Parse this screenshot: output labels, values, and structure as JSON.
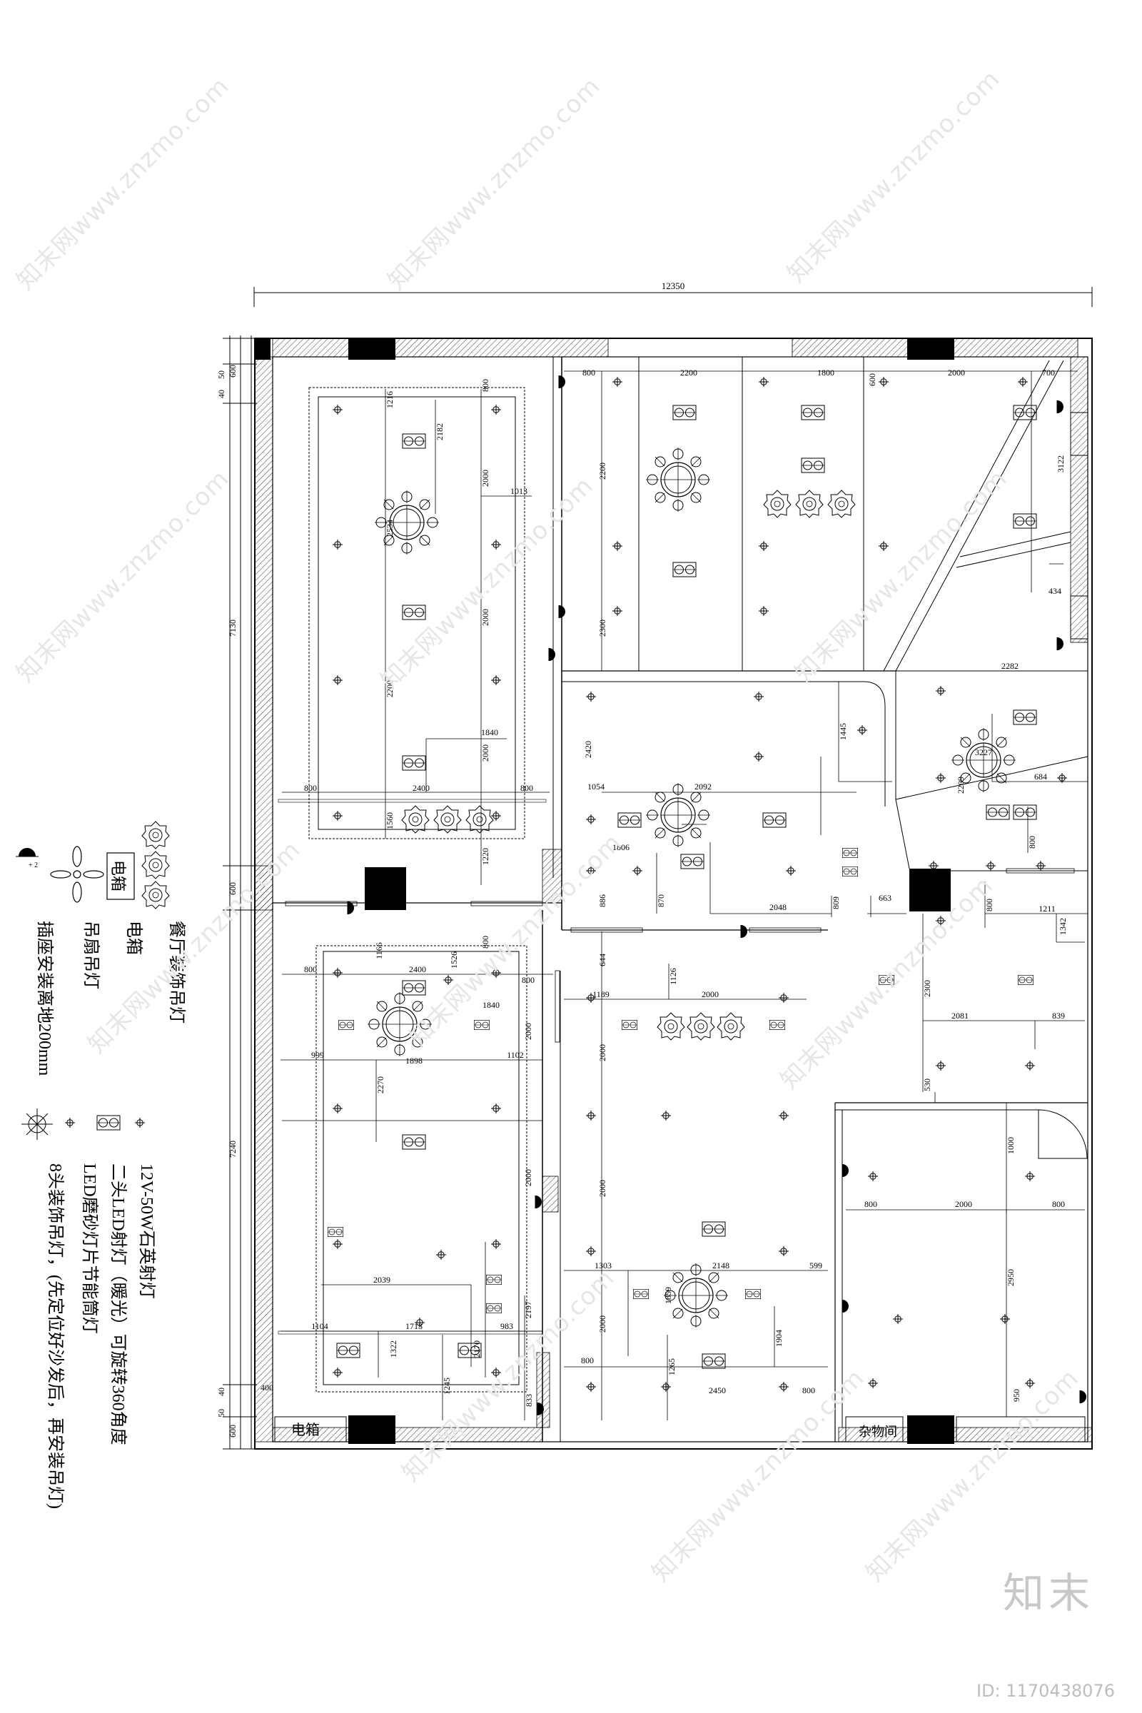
{
  "watermark": {
    "text": "知末网www.znzmo.com"
  },
  "brand": {
    "logo_text": "知末",
    "id_text": "ID: 1170438076"
  },
  "plan": {
    "overall_width": "12350",
    "room_labels": {
      "electric_box": "电箱",
      "storage": "杂物间"
    },
    "left_dims": [
      "600",
      "50",
      "40",
      "7130",
      "600",
      "7240",
      "40",
      "50",
      "600",
      "400"
    ],
    "dims": {
      "d800a": "800",
      "d2200a": "2200",
      "d1800": "1800",
      "d600a": "600",
      "d2000a": "2000",
      "d700": "700",
      "d1216": "1216",
      "d800b": "800",
      "d2182": "2182",
      "d2000b": "2000",
      "d1013": "1013",
      "d2534": "2534",
      "d2200b": "2200",
      "d2000c": "2000",
      "d2200c": "2200",
      "d2300a": "2300",
      "d3122": "3122",
      "d434": "434",
      "d2200d": "2200",
      "d1840a": "1840",
      "d2000d": "2000",
      "d2282": "2282",
      "d1445": "1445",
      "d2420": "2420",
      "d3227": "3227",
      "d2209": "2209",
      "d684": "684",
      "d800c": "800",
      "d2400a": "2400",
      "d800d": "800",
      "d1560": "1560",
      "d1054": "1054",
      "d2092": "2092",
      "d1806": "1806",
      "d1220": "1220",
      "d800e": "800",
      "d886": "886",
      "d870": "870",
      "d2048": "2048",
      "d809": "809",
      "d663": "663",
      "d800f": "800",
      "d1211": "1211",
      "d1342": "1342",
      "d1166": "1166",
      "d1526": "1526",
      "d800g": "800",
      "d2400b": "2400",
      "d644": "644",
      "d1126": "1126",
      "d800h": "800",
      "d1840b": "1840",
      "d1189": "1189",
      "d2000e": "2000",
      "d2300b": "2300",
      "d999": "999",
      "d1898": "1898",
      "d1102": "1102",
      "d2000f": "2000",
      "d2270": "2270",
      "d2081": "2081",
      "d839": "839",
      "d2000g": "2000",
      "d530": "530",
      "d1000": "1000",
      "d2000h": "2000",
      "d800i": "800",
      "d2000i": "2000",
      "d800j": "800",
      "d2000j": "2000",
      "d2039": "2039",
      "d1303": "1303",
      "d2148": "2148",
      "d599": "599",
      "d1859": "1859",
      "d2950": "2950",
      "d2197": "2197",
      "d1104": "1104",
      "d1713": "1713",
      "d983": "983",
      "d2170": "2170",
      "d1322": "1322",
      "d2000k": "2000",
      "d800k": "800",
      "d1265": "1265",
      "d2450": "2450",
      "d800l": "800",
      "d1904": "1904",
      "d1245": "1245",
      "d833": "833",
      "d800m": "800",
      "d950": "950"
    }
  },
  "legend": {
    "dining_pendant": "餐厅装饰吊灯",
    "electric_box_symbol": "电箱",
    "electric_box_label": "电箱",
    "fan_lamp": "吊扇吊灯",
    "socket": "插座安装离地200mm",
    "quartz_spot": "12V-50W石英射灯",
    "led_spot": "二头LED射灯（暖光）可旋转360角度",
    "led_downlight": "LED磨砂灯片节能筒灯",
    "chandelier": "8头装饰吊灯，(先定位好沙发后，再安装吊灯)"
  }
}
